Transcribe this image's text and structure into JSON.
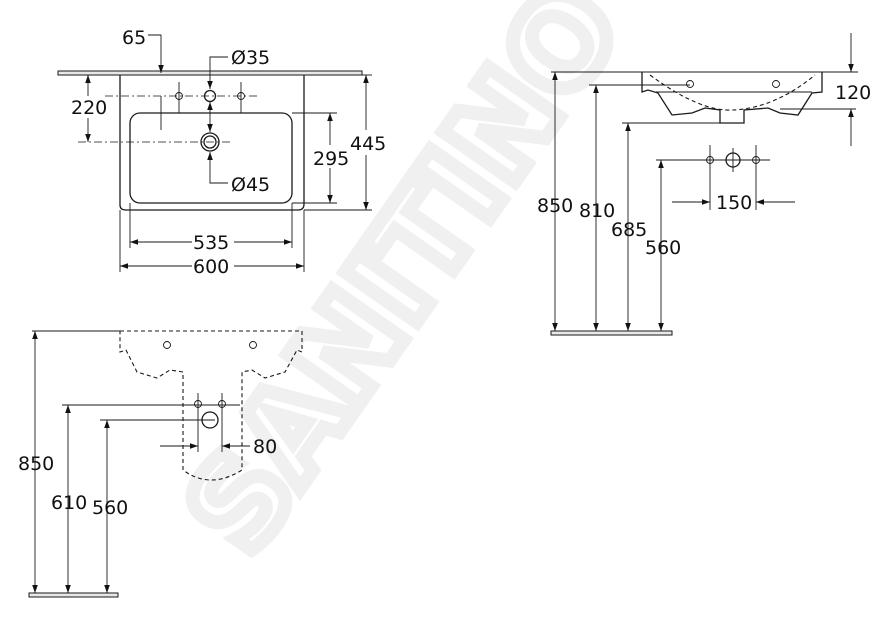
{
  "watermark": "SANITINO",
  "top_view": {
    "d_65": "65",
    "d_diam35": "Ø35",
    "d_220": "220",
    "d_295": "295",
    "d_445": "445",
    "d_diam45": "Ø45",
    "d_535": "535",
    "d_600": "600"
  },
  "side_view": {
    "d_850": "850",
    "d_810": "810",
    "d_685": "685",
    "d_560": "560",
    "d_120": "120",
    "d_150": "150"
  },
  "front_view": {
    "d_850": "850",
    "d_610": "610",
    "d_560": "560",
    "d_80": "80"
  }
}
